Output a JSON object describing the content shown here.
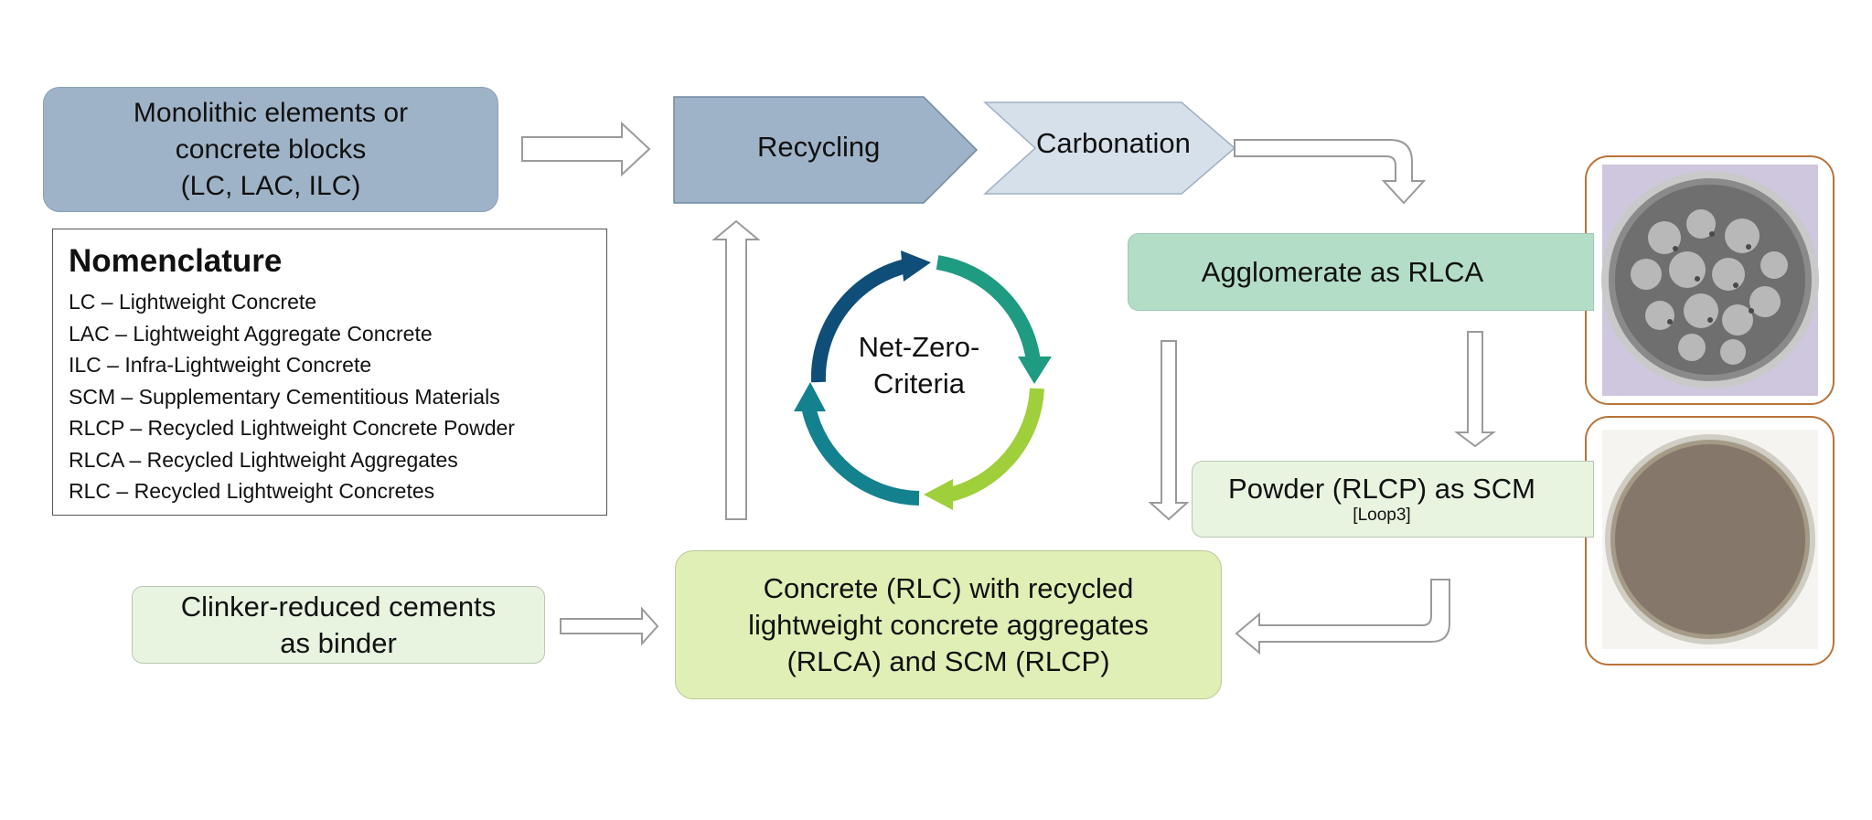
{
  "nodes": {
    "monolithic": {
      "lines": [
        "Monolithic elements or",
        "concrete blocks",
        "(LC, LAC, ILC)"
      ]
    },
    "recycling": {
      "label": "Recycling"
    },
    "carbonation": {
      "label": "Carbonation"
    },
    "agglomerate": {
      "label": "Agglomerate as RLCA"
    },
    "powder": {
      "label": "Powder (RLCP) as SCM",
      "sublabel": "[Loop3]"
    },
    "clinker": {
      "lines": [
        "Clinker-reduced cements",
        "as binder"
      ]
    },
    "concrete": {
      "lines": [
        "Concrete (RLC) with recycled",
        "lightweight concrete aggregates",
        "(RLCA) and SCM (RLCP)"
      ]
    },
    "center": {
      "lines": [
        "Net-Zero-",
        "Criteria"
      ]
    }
  },
  "nomenclature": {
    "title": "Nomenclature",
    "items": [
      "LC – Lightweight Concrete",
      "LAC – Lightweight Aggregate Concrete",
      "ILC – Infra-Lightweight  Concrete",
      "SCM – Supplementary Cementitious Materials",
      "RLCP –  Recycled Lightweight Concrete Powder",
      "RLCA – Recycled Lightweight Aggregates",
      "RLC – Recycled Lightweight Concretes"
    ]
  },
  "colors": {
    "monolithic_fill": "#9fb3c8",
    "recycling_fill": "#9fb3c8",
    "carbonation_fill": "#d6e0ea",
    "agglomerate_fill": "#b3ddc7",
    "powder_fill": "#e8f3e0",
    "clinker_fill": "#e8f3e0",
    "concrete_fill": "#e0efb5",
    "cycle_arrows": [
      "#0f4e78",
      "#1e9b80",
      "#9fcf3a",
      "#14818f"
    ]
  }
}
